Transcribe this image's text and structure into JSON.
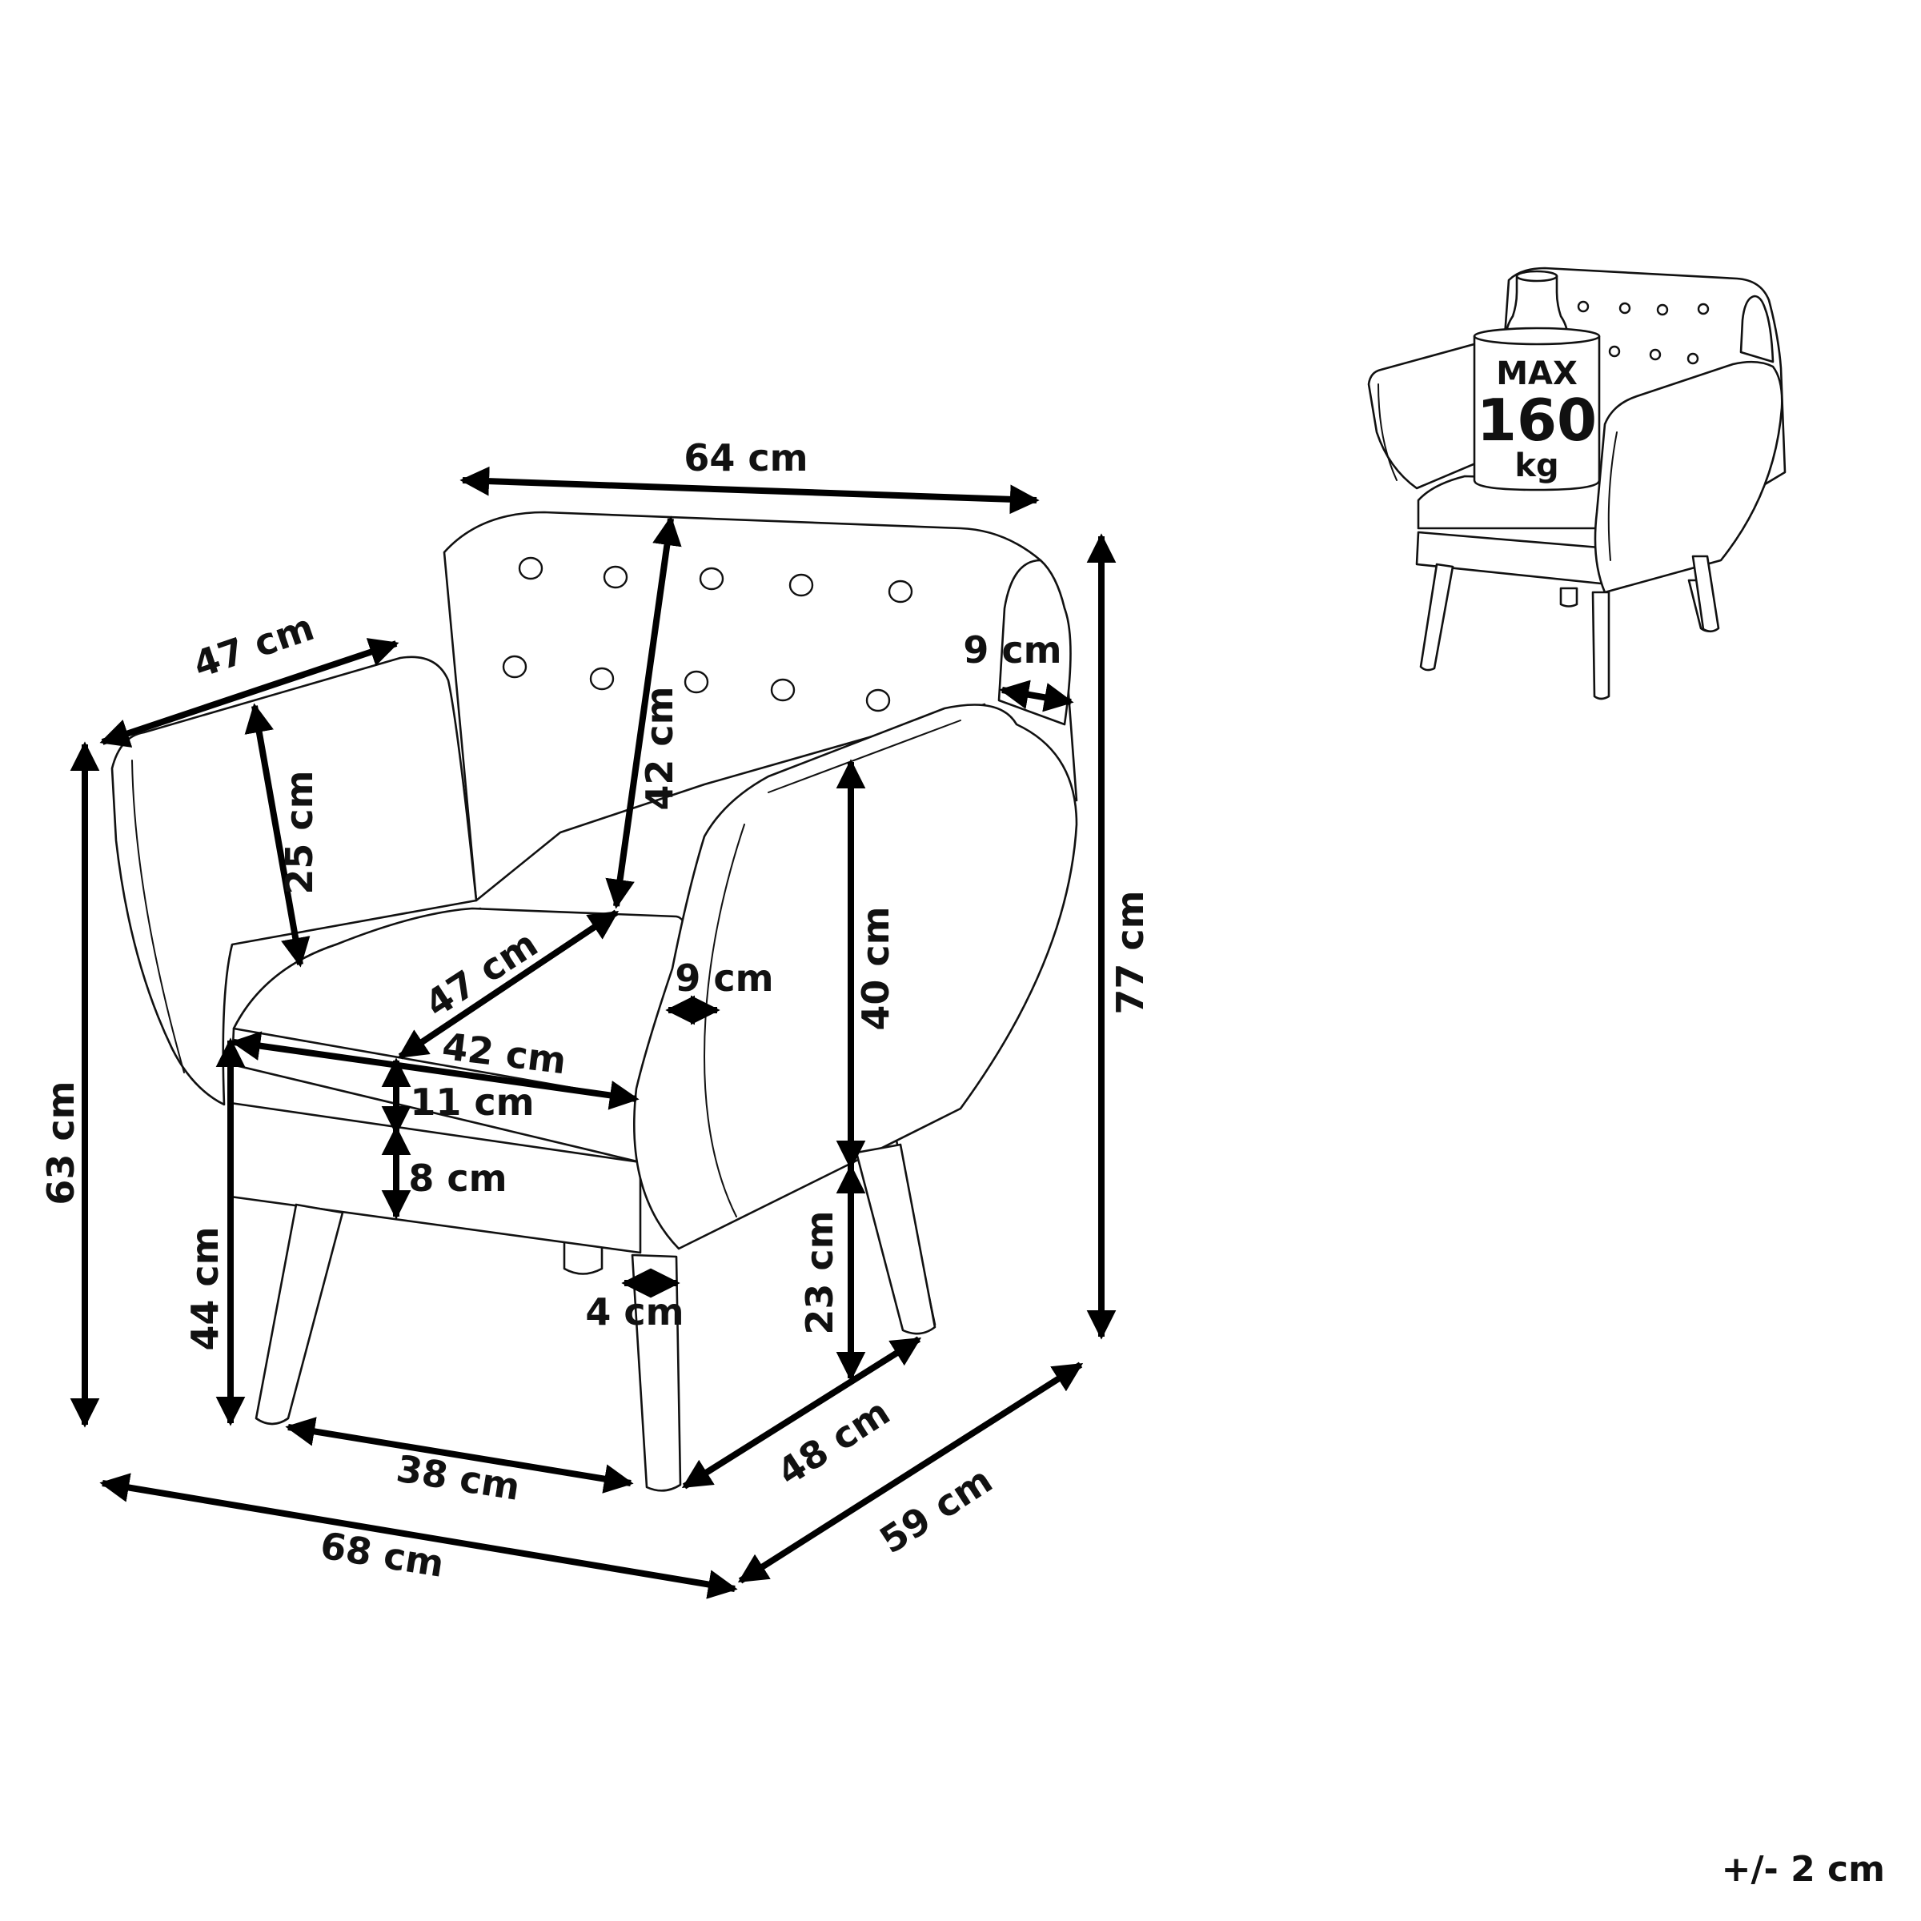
{
  "dimensions": {
    "back_width": "64 cm",
    "armrest_depth_top": "47 cm",
    "backrest_height": "42 cm",
    "back_side_depth": "9 cm",
    "armrest_inner_height": "25 cm",
    "seat_depth": "47 cm",
    "arm_thickness": "9 cm",
    "armrest_height_from_seat": "40 cm",
    "seat_width": "42 cm",
    "cushion_thickness": "11 cm",
    "seat_base_thickness": "8 cm",
    "total_height": "77 cm",
    "arm_height": "63 cm",
    "seat_height": "44 cm",
    "leg_diameter": "4 cm",
    "leg_height": "23 cm",
    "front_leg_spacing": "38 cm",
    "side_leg_spacing": "48 cm",
    "total_width": "68 cm",
    "total_depth": "59 cm"
  },
  "weight_badge": {
    "line1": "MAX",
    "line2": "160",
    "line3": "kg"
  },
  "tolerance": "+/- 2 cm"
}
